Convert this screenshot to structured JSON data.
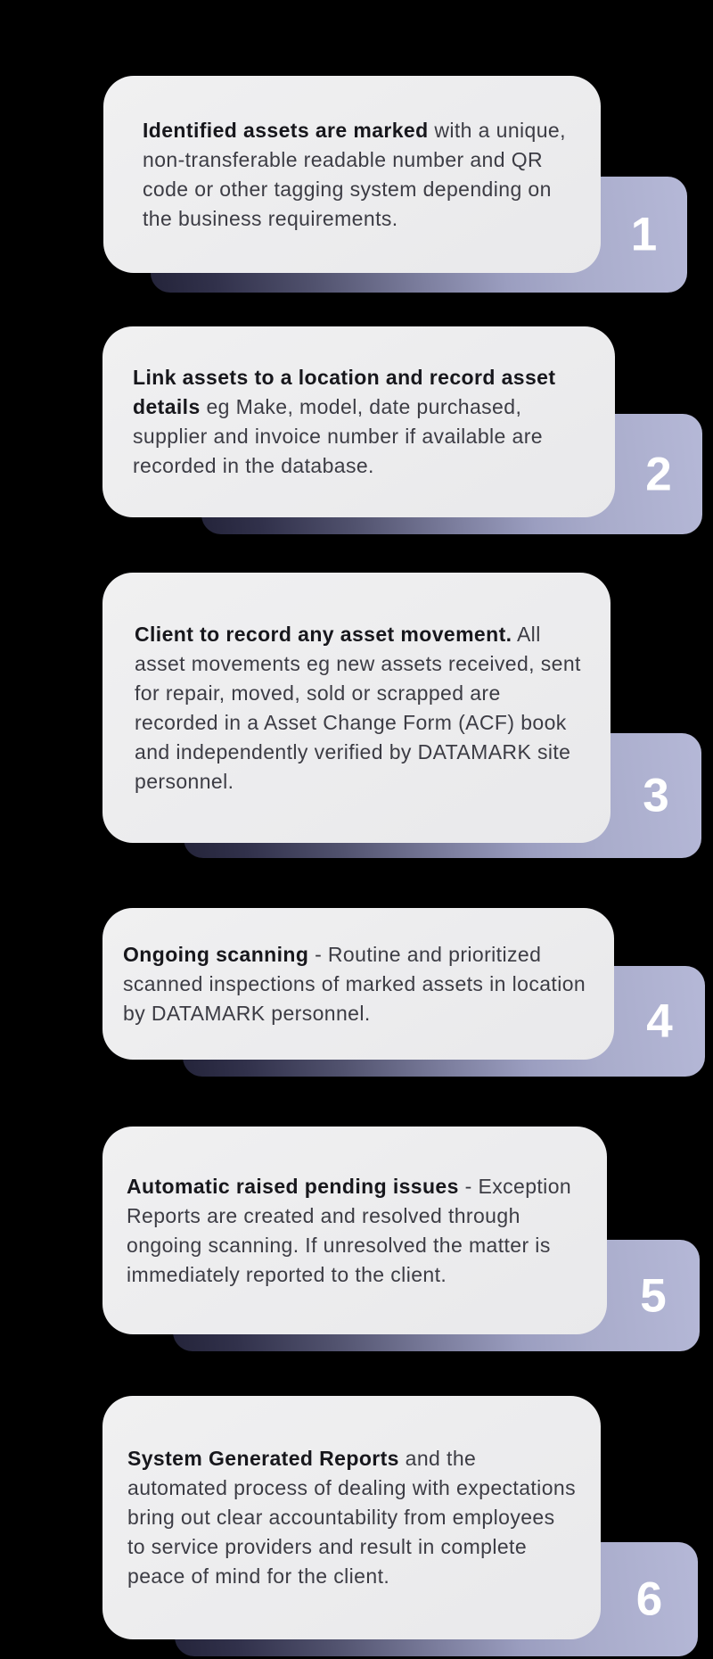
{
  "colors": {
    "background": "#000000",
    "card_background": "#ECECEC",
    "tab_gradient_start": "#24243A",
    "tab_gradient_end": "#B5B8D7",
    "number_text": "#FFFFFF",
    "heading_text": "#17171C",
    "body_text": "#3C3C44"
  },
  "steps": [
    {
      "number": "1",
      "bold": "Identified assets are marked",
      "rest": " with a unique, non-transferable readable number and QR code or other tagging system depending on the business requirements."
    },
    {
      "number": "2",
      "bold": "Link assets to a location and record asset details",
      "rest": " eg Make, model, date purchased, supplier and invoice number if available are recorded in the database."
    },
    {
      "number": "3",
      "bold": "Client to record any asset movement.",
      "rest": " All asset movements eg new assets received, sent for repair, moved, sold or scrapped are recorded in a Asset Change Form (ACF) book and independently verified by DATAMARK site personnel."
    },
    {
      "number": "4",
      "bold": "Ongoing scanning",
      "rest": " - Routine and prioritized scanned inspections of marked assets in location by DATAMARK personnel."
    },
    {
      "number": "5",
      "bold": "Automatic raised pending issues",
      "rest": " - Exception Reports are created and resolved through ongoing scanning.  If unresolved the matter is immediately reported to the client."
    },
    {
      "number": "6",
      "bold": "System Generated Reports",
      "rest": " and the automated process of dealing with expectations bring out clear accountability from employees to service providers and result in complete peace of mind for the client."
    }
  ]
}
